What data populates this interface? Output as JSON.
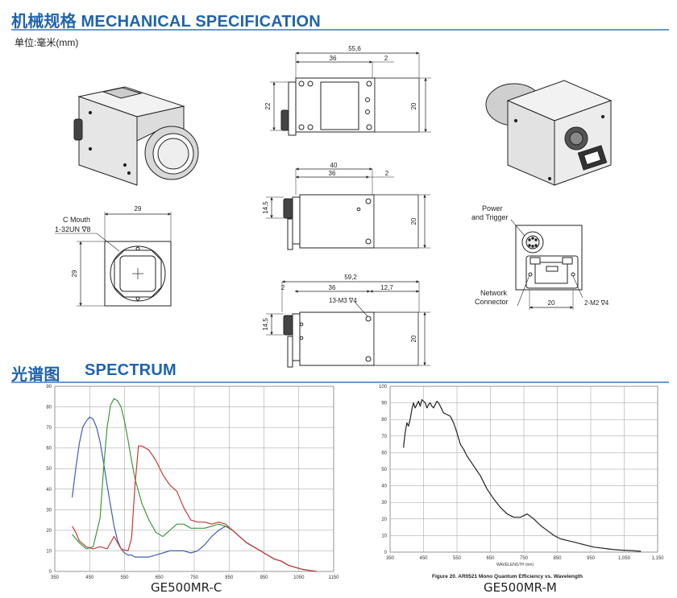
{
  "sections": {
    "mechanical": {
      "title": "机械规格 MECHANICAL SPECIFICATION",
      "unit_note": "单位:毫米(mm)"
    },
    "spectrum": {
      "title_cn": "光谱图",
      "title_en": "SPECTRUM"
    }
  },
  "drawings": {
    "top_view": {
      "total": "55,6",
      "inner": "36",
      "offset": "2",
      "left_height": "22",
      "right_height": "20"
    },
    "middle_view": {
      "total": "40",
      "inner": "36",
      "offset": "2",
      "left_height": "14,5",
      "right_height": "20"
    },
    "bottom_view": {
      "total": "59,2",
      "left_offset": "2",
      "inner": "36",
      "right_offset": "12,7",
      "thread_note": "13-M3 ∇4",
      "left_height": "14,5",
      "right_height": "20"
    },
    "front_view": {
      "width": "29",
      "height": "29",
      "mount_label_1": "C Mouth",
      "mount_label_2": "1-32UN ∇8"
    },
    "rear_view": {
      "power_label_1": "Power",
      "power_label_2": "and Trigger",
      "network_label_1": "Network",
      "network_label_2": "Connector",
      "width": "20",
      "screw_note": "2-M2 ∇4"
    }
  },
  "chart_data": [
    {
      "type": "line",
      "caption": "GE500MR-C",
      "x_ticks": [
        "350",
        "450",
        "550",
        "650",
        "750",
        "850",
        "950",
        "1050",
        "1150"
      ],
      "y_ticks": [
        "0",
        "10",
        "20",
        "30",
        "40",
        "50",
        "60",
        "70",
        "80",
        "90"
      ],
      "xlim": [
        350,
        1150
      ],
      "ylim": [
        0,
        90
      ],
      "grid": true,
      "series": [
        {
          "color": "#3d5fb3",
          "x": [
            400,
            410,
            420,
            430,
            440,
            450,
            460,
            470,
            480,
            490,
            500,
            510,
            520,
            530,
            540,
            550,
            560,
            570,
            580,
            600,
            620,
            640,
            660,
            680,
            700,
            720,
            740,
            760,
            780,
            800,
            820,
            840,
            860,
            880,
            900,
            920,
            940,
            960,
            980,
            1000,
            1020,
            1040,
            1060,
            1080,
            1100
          ],
          "y": [
            36,
            50,
            62,
            70,
            73,
            75,
            74,
            70,
            63,
            53,
            42,
            32,
            22,
            15,
            11,
            9,
            8,
            8,
            7,
            7,
            7,
            8,
            9,
            10,
            10,
            10,
            9,
            10,
            13,
            17,
            20,
            22,
            20,
            17,
            14,
            12,
            10,
            8,
            6,
            5,
            3,
            2,
            1,
            0.5,
            0
          ]
        },
        {
          "color": "#3c9a3c",
          "x": [
            400,
            420,
            440,
            460,
            480,
            490,
            500,
            510,
            520,
            530,
            540,
            550,
            560,
            570,
            580,
            600,
            620,
            640,
            660,
            680,
            700,
            720,
            740,
            760,
            780,
            800,
            820,
            840,
            860,
            880,
            900,
            920,
            940,
            960,
            980,
            1000,
            1020,
            1040,
            1060,
            1080,
            1100
          ],
          "y": [
            18,
            14,
            11,
            12,
            26,
            50,
            70,
            81,
            84,
            83,
            80,
            73,
            64,
            54,
            45,
            33,
            25,
            19,
            17,
            20,
            23,
            23,
            21,
            21,
            21,
            22,
            23,
            22,
            20,
            17,
            14,
            12,
            10,
            8,
            6,
            5,
            3,
            2,
            1,
            0.5,
            0
          ]
        },
        {
          "color": "#cc3a3a",
          "x": [
            400,
            410,
            420,
            440,
            460,
            480,
            500,
            520,
            540,
            560,
            570,
            580,
            590,
            600,
            620,
            640,
            660,
            680,
            700,
            720,
            740,
            760,
            780,
            800,
            820,
            840,
            860,
            880,
            900,
            920,
            940,
            960,
            980,
            1000,
            1020,
            1040,
            1060,
            1080,
            1100
          ],
          "y": [
            22,
            19,
            15,
            12,
            11,
            12,
            11,
            17,
            11,
            10,
            16,
            42,
            61,
            61,
            59,
            54,
            47,
            42,
            39,
            31,
            25,
            24,
            24,
            23,
            24,
            23,
            20,
            17,
            14,
            12,
            10,
            8,
            6,
            5,
            3,
            2,
            1,
            0.5,
            0
          ]
        }
      ]
    },
    {
      "type": "line",
      "caption": "GE500MR-M",
      "title": "Figure 20. AR0521 Mono Quantum Efficiency vs. Wavelength",
      "xlabel": "WAVELENGTH (nm)",
      "x_ticks": [
        "350",
        "450",
        "550",
        "650",
        "750",
        "850",
        "950",
        "1,050",
        "1,150"
      ],
      "y_ticks": [
        "0",
        "10",
        "20",
        "30",
        "40",
        "50",
        "60",
        "70",
        "80",
        "90",
        "100"
      ],
      "xlim": [
        350,
        1150
      ],
      "ylim": [
        0,
        100
      ],
      "grid": true,
      "series": [
        {
          "color": "#222222",
          "x": [
            390,
            395,
            400,
            405,
            410,
            415,
            420,
            425,
            430,
            435,
            440,
            445,
            450,
            455,
            460,
            465,
            470,
            475,
            480,
            485,
            490,
            495,
            500,
            505,
            510,
            520,
            530,
            540,
            550,
            560,
            570,
            580,
            600,
            620,
            640,
            660,
            680,
            700,
            720,
            740,
            760,
            780,
            800,
            820,
            840,
            860,
            880,
            900,
            920,
            940,
            960,
            980,
            1000,
            1020,
            1040,
            1060,
            1080,
            1100
          ],
          "y": [
            63,
            72,
            78,
            76,
            80,
            86,
            90,
            87,
            89,
            91,
            88,
            92,
            91,
            90,
            87,
            89,
            90,
            88,
            87,
            89,
            91,
            90,
            88,
            86,
            84,
            83,
            82,
            78,
            72,
            65,
            62,
            58,
            52,
            46,
            38,
            32,
            27,
            23,
            21,
            21,
            23,
            20,
            16,
            13,
            10,
            8,
            7,
            6,
            5,
            4,
            3,
            2.5,
            2,
            1.5,
            1.2,
            1,
            0.8,
            0.5
          ]
        }
      ]
    }
  ]
}
